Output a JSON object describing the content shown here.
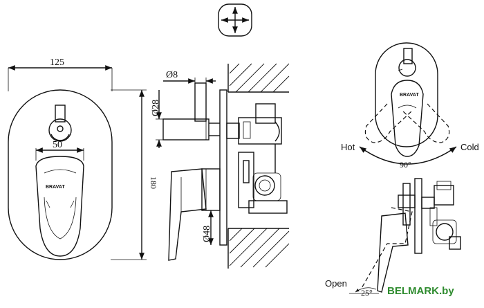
{
  "dimensions": {
    "width_125": "125",
    "height_180": "180",
    "handle_50": "50",
    "dia_8": "Ø8",
    "dia_28": "Ø28",
    "dia_48": "Ø48"
  },
  "labels": {
    "hot": "Hot",
    "cold": "Cold",
    "angle_90": "90°",
    "open": "Open",
    "angle_25": "25°"
  },
  "brand": {
    "logo_text_front": "BRAVAT",
    "logo_text_view": "BRAVAT"
  },
  "watermark": {
    "text": "BELMARK.by",
    "color": "#2e8b2e"
  }
}
